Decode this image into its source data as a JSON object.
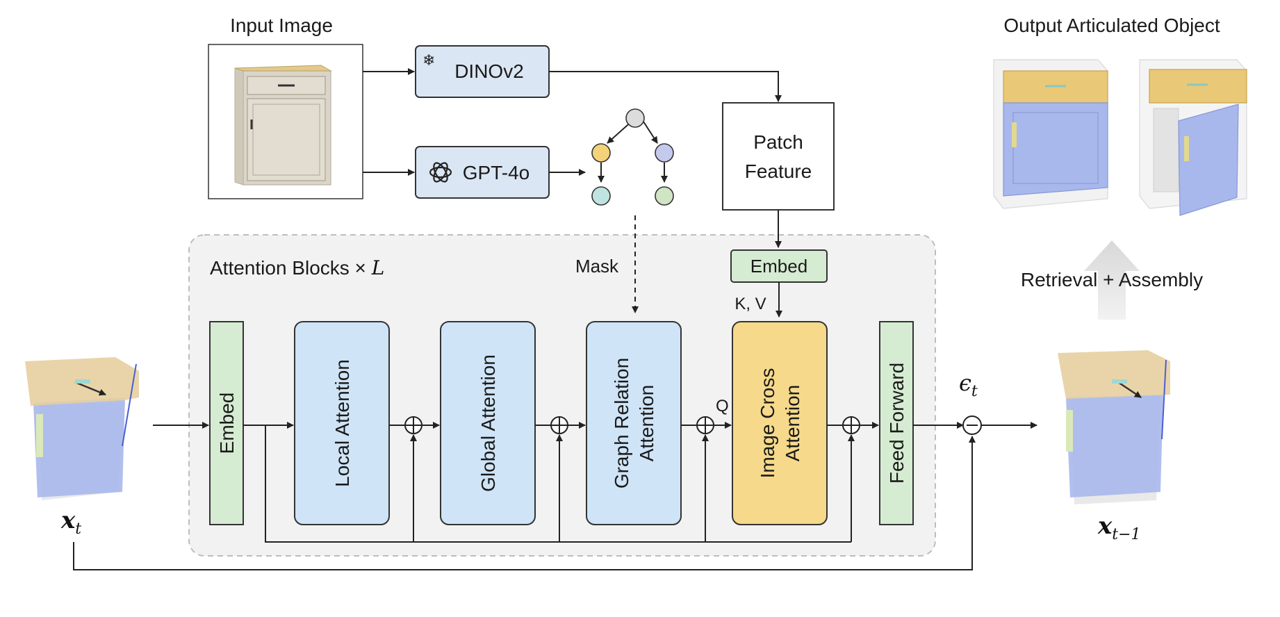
{
  "input_image_title": "Input Image",
  "output_title": "Output Articulated  Object",
  "encoders": {
    "dino": {
      "label": "DINOv2",
      "icon": "snowflake-icon"
    },
    "gpt": {
      "label": "GPT-4o",
      "icon": "openai-logo-icon"
    }
  },
  "patch_feature": {
    "line1": "Patch",
    "line2": "Feature"
  },
  "mask_label": "Mask",
  "top_embed_label": "Embed",
  "kv_label": "K, V",
  "q_label": "Q",
  "attention_blocks": {
    "prefix": "Attention Blocks × ",
    "var": "L"
  },
  "blocks": {
    "embed": "Embed",
    "local": "Local Attention",
    "global": "Global Attention",
    "graph_line1": "Graph Relation",
    "graph_line2": "Attention",
    "cross_line1": "Image Cross",
    "cross_line2": "Attention",
    "ff": "Feed Forward"
  },
  "retrieval_label": "Retrieval + Assembly",
  "epsilon": {
    "sym": "ϵ",
    "sub": "t"
  },
  "x_t": {
    "sym": "x",
    "sub": "t"
  },
  "x_t1": {
    "sym": "x",
    "sub": "t−1"
  },
  "colors": {
    "blue_block": "#cfe4f7",
    "yellow_block": "#f6d98a",
    "green_block": "#d6ecd2",
    "encoder_box": "#dbe6f4",
    "panel_bg": "#f2f2f2",
    "node_gray": "#dcdcdc",
    "node_yellow": "#f3d27a",
    "node_purple": "#c4c9ee",
    "node_teal": "#bfe3e0",
    "node_green": "#cfe5c4"
  }
}
